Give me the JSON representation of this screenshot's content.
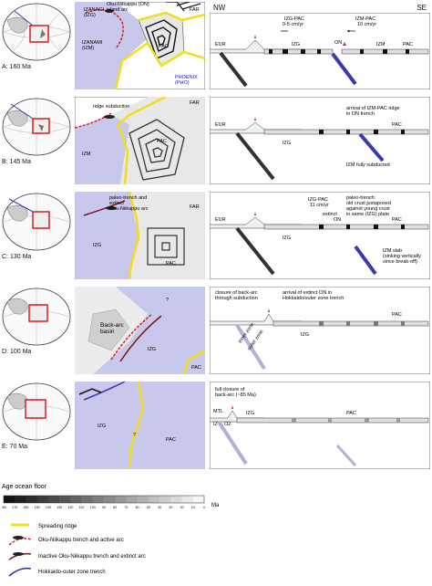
{
  "header": {
    "nw": "NW",
    "se": "SE"
  },
  "rows": [
    {
      "label": "A: 160 Ma",
      "map": {
        "izanagi": "IZANAGI\n(IZG)",
        "izanami": "IZANAMI\n(IZM)",
        "arc": "Oku-Niikappu (ON)\nisland arc",
        "far": "FAR",
        "pac": "PAC",
        "phoenix": "PHOENIX\n(PHO)"
      },
      "section": {
        "eur": "EUR",
        "izg": "IZG",
        "on": "ON",
        "izm": "IZM",
        "pac": "PAC",
        "rate1_title": "IZG-PAC",
        "rate1_value": "0-5 cm/yr",
        "rate2_title": "IZM-PAC",
        "rate2_value": "10 cm/yr"
      }
    },
    {
      "label": "B: 145 Ma",
      "map": {
        "far": "FAR",
        "ridge": "ridge subduction",
        "pac": "PAC",
        "izm": "IZM"
      },
      "section": {
        "eur": "EUR",
        "izg": "IZG",
        "pac": "PAC",
        "note1": "arrival of IZM-PAC ridge\nin ON trench",
        "note2": "IZM fully subducted"
      }
    },
    {
      "label": "C: 130 Ma",
      "map": {
        "paleo": "paleo-trench and\nextinct\nOku-Niikappu arc",
        "far": "FAR",
        "izg": "IZG",
        "pac": "PAC"
      },
      "section": {
        "eur": "EUR",
        "izg": "IZG",
        "on": "ON",
        "pac": "PAC",
        "rate_title": "IZG-PAC",
        "rate_value": "11 cm/yr",
        "extinct": "extinct",
        "paleo": "paleo-trench:\nold crust juxtaposed\nagainst young crust\nin same (IZG) plate",
        "slab": "IZM slab\n(sinking vertically\nsince break-off)"
      }
    },
    {
      "label": "D: 100 Ma",
      "map": {
        "backarc": "Back-arc\nbasin",
        "izg": "IZG",
        "pac": "PAC",
        "q": "?"
      },
      "section": {
        "izg": "IZG",
        "pac": "PAC",
        "inner": "inner zone",
        "outer": "outer zone",
        "note1": "closure of back-arc\nthrough subduction",
        "note2": "arrival of extinct ON in\nHokkaido/outer zone trench"
      }
    },
    {
      "label": "E: 70 Ma",
      "map": {
        "izg": "IZG",
        "pac": "PAC",
        "q": "?"
      },
      "section": {
        "note": "full closure of\nback-arc (~85 Ma)",
        "mtl": "MTL",
        "izg": "IZG",
        "pac": "PAC",
        "iz": "IZ",
        "oz": "OZ"
      }
    }
  ],
  "legend": {
    "title": "Age ocean floor",
    "unit": "Ma",
    "ticks": [
      "180",
      "170",
      "160",
      "150",
      "140",
      "130",
      "120",
      "110",
      "100",
      "90",
      "80",
      "70",
      "60",
      "50",
      "40",
      "30",
      "20",
      "10",
      "0"
    ],
    "items": [
      {
        "label": "Spreading ridge"
      },
      {
        "label": "Oku-Niikappu trench and active arc"
      },
      {
        "label": "Inactive Oku-Niikappu trench and extinct arc"
      },
      {
        "label": "Hokkaido-outer zone trench"
      }
    ]
  },
  "colors": {
    "izg": "#c8c8ec",
    "pac": "#e6e6e6",
    "ridge": "#f2dd1e",
    "trench": "#d61e1e",
    "hok": "#2b2ba8"
  }
}
